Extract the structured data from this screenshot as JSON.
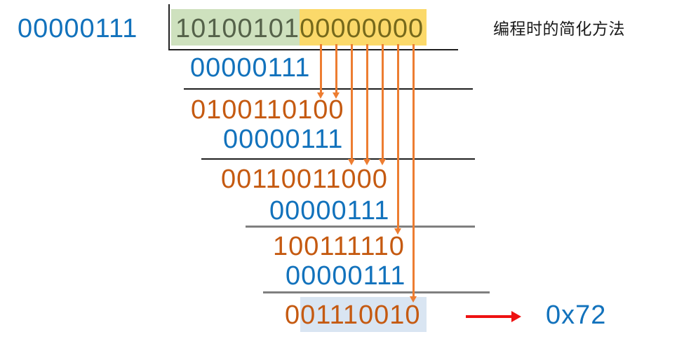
{
  "title": "编程时的简化方法",
  "divisor": "00000111",
  "dividend": {
    "data_bits": "10100101",
    "appended_zeros": "00000000"
  },
  "steps": [
    {
      "role": "xor-operand",
      "bits": "00000111"
    },
    {
      "role": "intermediate-remainder",
      "bits": "0100110100"
    },
    {
      "role": "xor-operand",
      "bits": "00000111"
    },
    {
      "role": "intermediate-remainder",
      "bits": "00110011000"
    },
    {
      "role": "xor-operand",
      "bits": "00000111"
    },
    {
      "role": "intermediate-remainder",
      "bits": "100111110"
    },
    {
      "role": "xor-operand",
      "bits": "00000111"
    }
  ],
  "result": {
    "leading_bit": "0",
    "crc_bits": "01110010",
    "hex": "0x72"
  },
  "colors": {
    "divisor_blue": "#1272bc",
    "remainder_orange": "#c55a11",
    "bring_down_arrow_orange": "#ed7d31",
    "data_bits_text": "#55624a",
    "data_bits_highlight": "#cee1be",
    "appended_zeros_text": "#76691b",
    "appended_zeros_highlight": "#fbd96a",
    "result_highlight": "#d9e5f2",
    "result_arrow_red": "#ee1111"
  }
}
